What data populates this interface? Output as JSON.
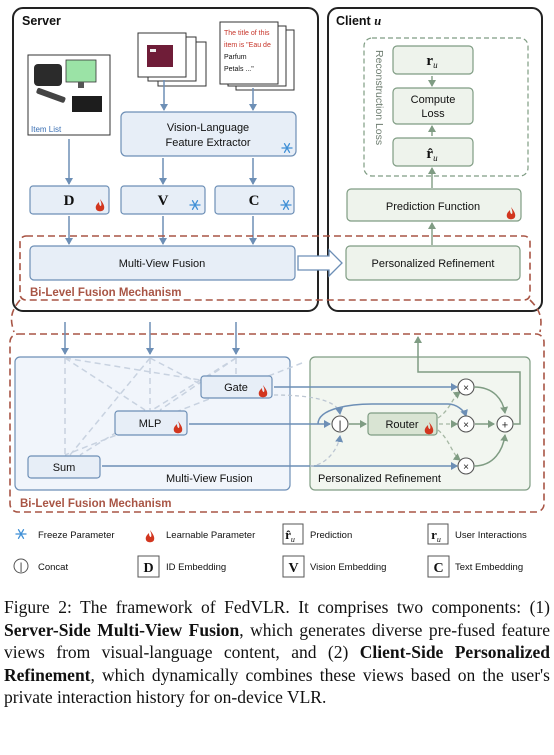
{
  "server": {
    "title": "Server",
    "item_list_label": "Item List",
    "text_card": [
      "The title of this",
      "item is \"Eau de",
      "Parfum",
      "Petals ...\""
    ],
    "feature_extractor": [
      "Vision-Language",
      "Feature Extractor"
    ],
    "embeddings": [
      "D",
      "V",
      "C"
    ],
    "multi_view_fusion": "Multi-View Fusion"
  },
  "client": {
    "title": "Client",
    "title_var": "u",
    "r_u": "r",
    "r_u_sub": "u",
    "compute_loss": [
      "Compute",
      "Loss"
    ],
    "r_hat": "r̂",
    "r_hat_sub": "u",
    "reconstruction_loss": "Reconstruction Loss",
    "prediction_function": "Prediction Function",
    "personalized_refinement": "Personalized Refinement"
  },
  "mechanism_label": "Bi-Level Fusion Mechanism",
  "detail": {
    "gate": "Gate",
    "mlp": "MLP",
    "sum": "Sum",
    "router": "Router",
    "concat_symbol": "|",
    "mult_symbol": "×",
    "plus_symbol": "+",
    "multi_view_fusion": "Multi-View Fusion",
    "personalized_refinement": "Personalized Refinement",
    "mechanism_label": "Bi-Level Fusion Mechanism"
  },
  "legend": {
    "freeze": "Freeze Parameter",
    "learnable": "Learnable Parameter",
    "prediction_sym": "r̂",
    "prediction_sub": "u",
    "prediction": "Prediction",
    "interactions_sym": "r",
    "interactions_sub": "u",
    "interactions": "User Interactions",
    "concat_sym": "|",
    "concat": "Concat",
    "id_sym": "D",
    "id": "ID Embedding",
    "vision_sym": "V",
    "vision": "Vision Embedding",
    "text_sym": "C",
    "text": "Text Embedding"
  },
  "caption": {
    "lead": "Figure 2: The framework of FedVLR. It comprises two components: (1) ",
    "bold1": "Server-Side Multi-View Fusion",
    "mid": ", which generates diverse pre-fused feature views from visual-language content, and (2) ",
    "bold2": "Client-Side Personalized Refinement",
    "tail": ", which dynamically combines these views based on the user's private interaction history for on-device VLR."
  },
  "colors": {
    "box_fill": "#e7eef7",
    "box_stroke": "#6d8fb6",
    "arrow": "#6d8fb6",
    "green_fill": "#eef3ec",
    "green_stroke": "#7f9c83",
    "panel_border": "#222222",
    "mechanism_red": "#a85545",
    "flame": "#d2361f",
    "snow": "#3f8fd6"
  }
}
